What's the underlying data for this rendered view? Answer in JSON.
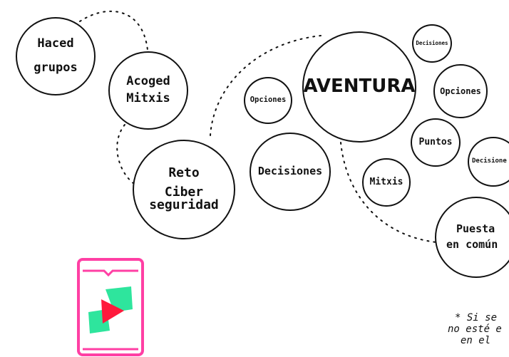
{
  "bubbles": {
    "haced": [
      "Haced",
      "grupos"
    ],
    "acoged": [
      "Acoged",
      "Mitxis"
    ],
    "reto": [
      "Reto",
      "Ciber",
      "seguridad"
    ],
    "aventura": "AVENTURA",
    "opciones_left": "Opciones",
    "decisiones_main": "Decisiones",
    "decisiones_top": "Decisiones",
    "opciones_right": "Opciones",
    "puntos": "Puntos",
    "decisiones_right": "Decisione",
    "mitxis": "Mitxis",
    "puesta": [
      "Puesta",
      "en común"
    ]
  },
  "note": [
    "* Si se",
    "no esté e",
    "en el"
  ],
  "colors": {
    "stroke": "#111111",
    "device": "#ff3fa4",
    "logo_green": "#2ee59d",
    "play_red": "#ff1a3c"
  },
  "icons": {
    "logo": "tablet-play-logo"
  }
}
